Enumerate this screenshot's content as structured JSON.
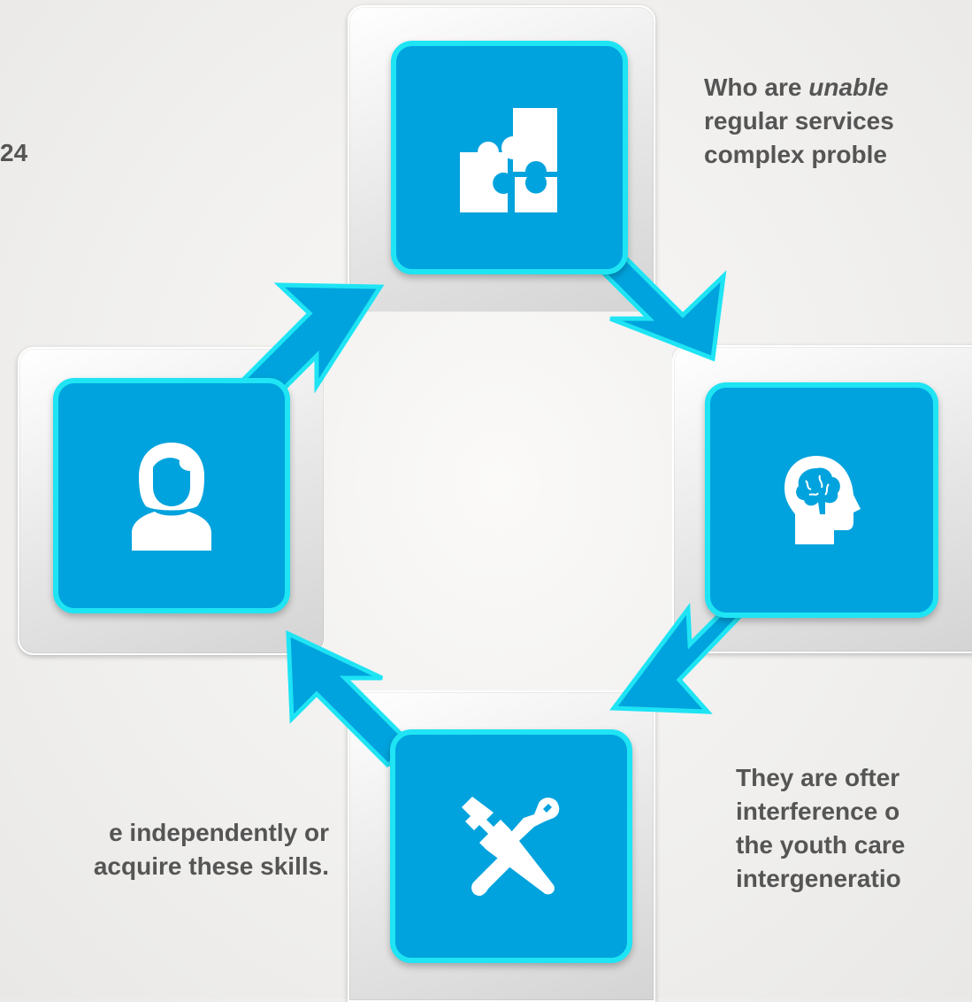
{
  "top_left_fragment": "24",
  "text_top_right": {
    "line1_prefix": "Who are ",
    "line1_emph": "unable",
    "line2": "regular services",
    "line3": "complex proble"
  },
  "text_bottom_left": {
    "line1": "e independently or",
    "line2": "acquire these skills."
  },
  "text_bottom_right": {
    "line1": "They are ofter",
    "line2": "interference o",
    "line3": "the youth care",
    "line4": "intergeneratio"
  },
  "icons": [
    "puzzle-icon",
    "head-brain-icon",
    "tools-icon",
    "person-icon"
  ],
  "colors": {
    "tile": "#00a3dd",
    "tile_border": "#1ee4f4",
    "text": "#555555"
  }
}
